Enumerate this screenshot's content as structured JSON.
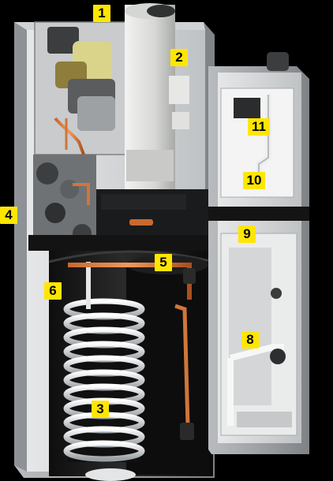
{
  "diagram": {
    "callouts": [
      {
        "id": "1",
        "text": "1"
      },
      {
        "id": "2",
        "text": "2"
      },
      {
        "id": "3",
        "text": "3"
      },
      {
        "id": "4",
        "text": "4"
      },
      {
        "id": "5",
        "text": "5"
      },
      {
        "id": "6",
        "text": "6"
      },
      {
        "id": "8",
        "text": "8"
      },
      {
        "id": "9",
        "text": "9"
      },
      {
        "id": "10",
        "text": "10"
      },
      {
        "id": "11",
        "text": "11"
      }
    ],
    "brand_color": "#ffe600"
  }
}
